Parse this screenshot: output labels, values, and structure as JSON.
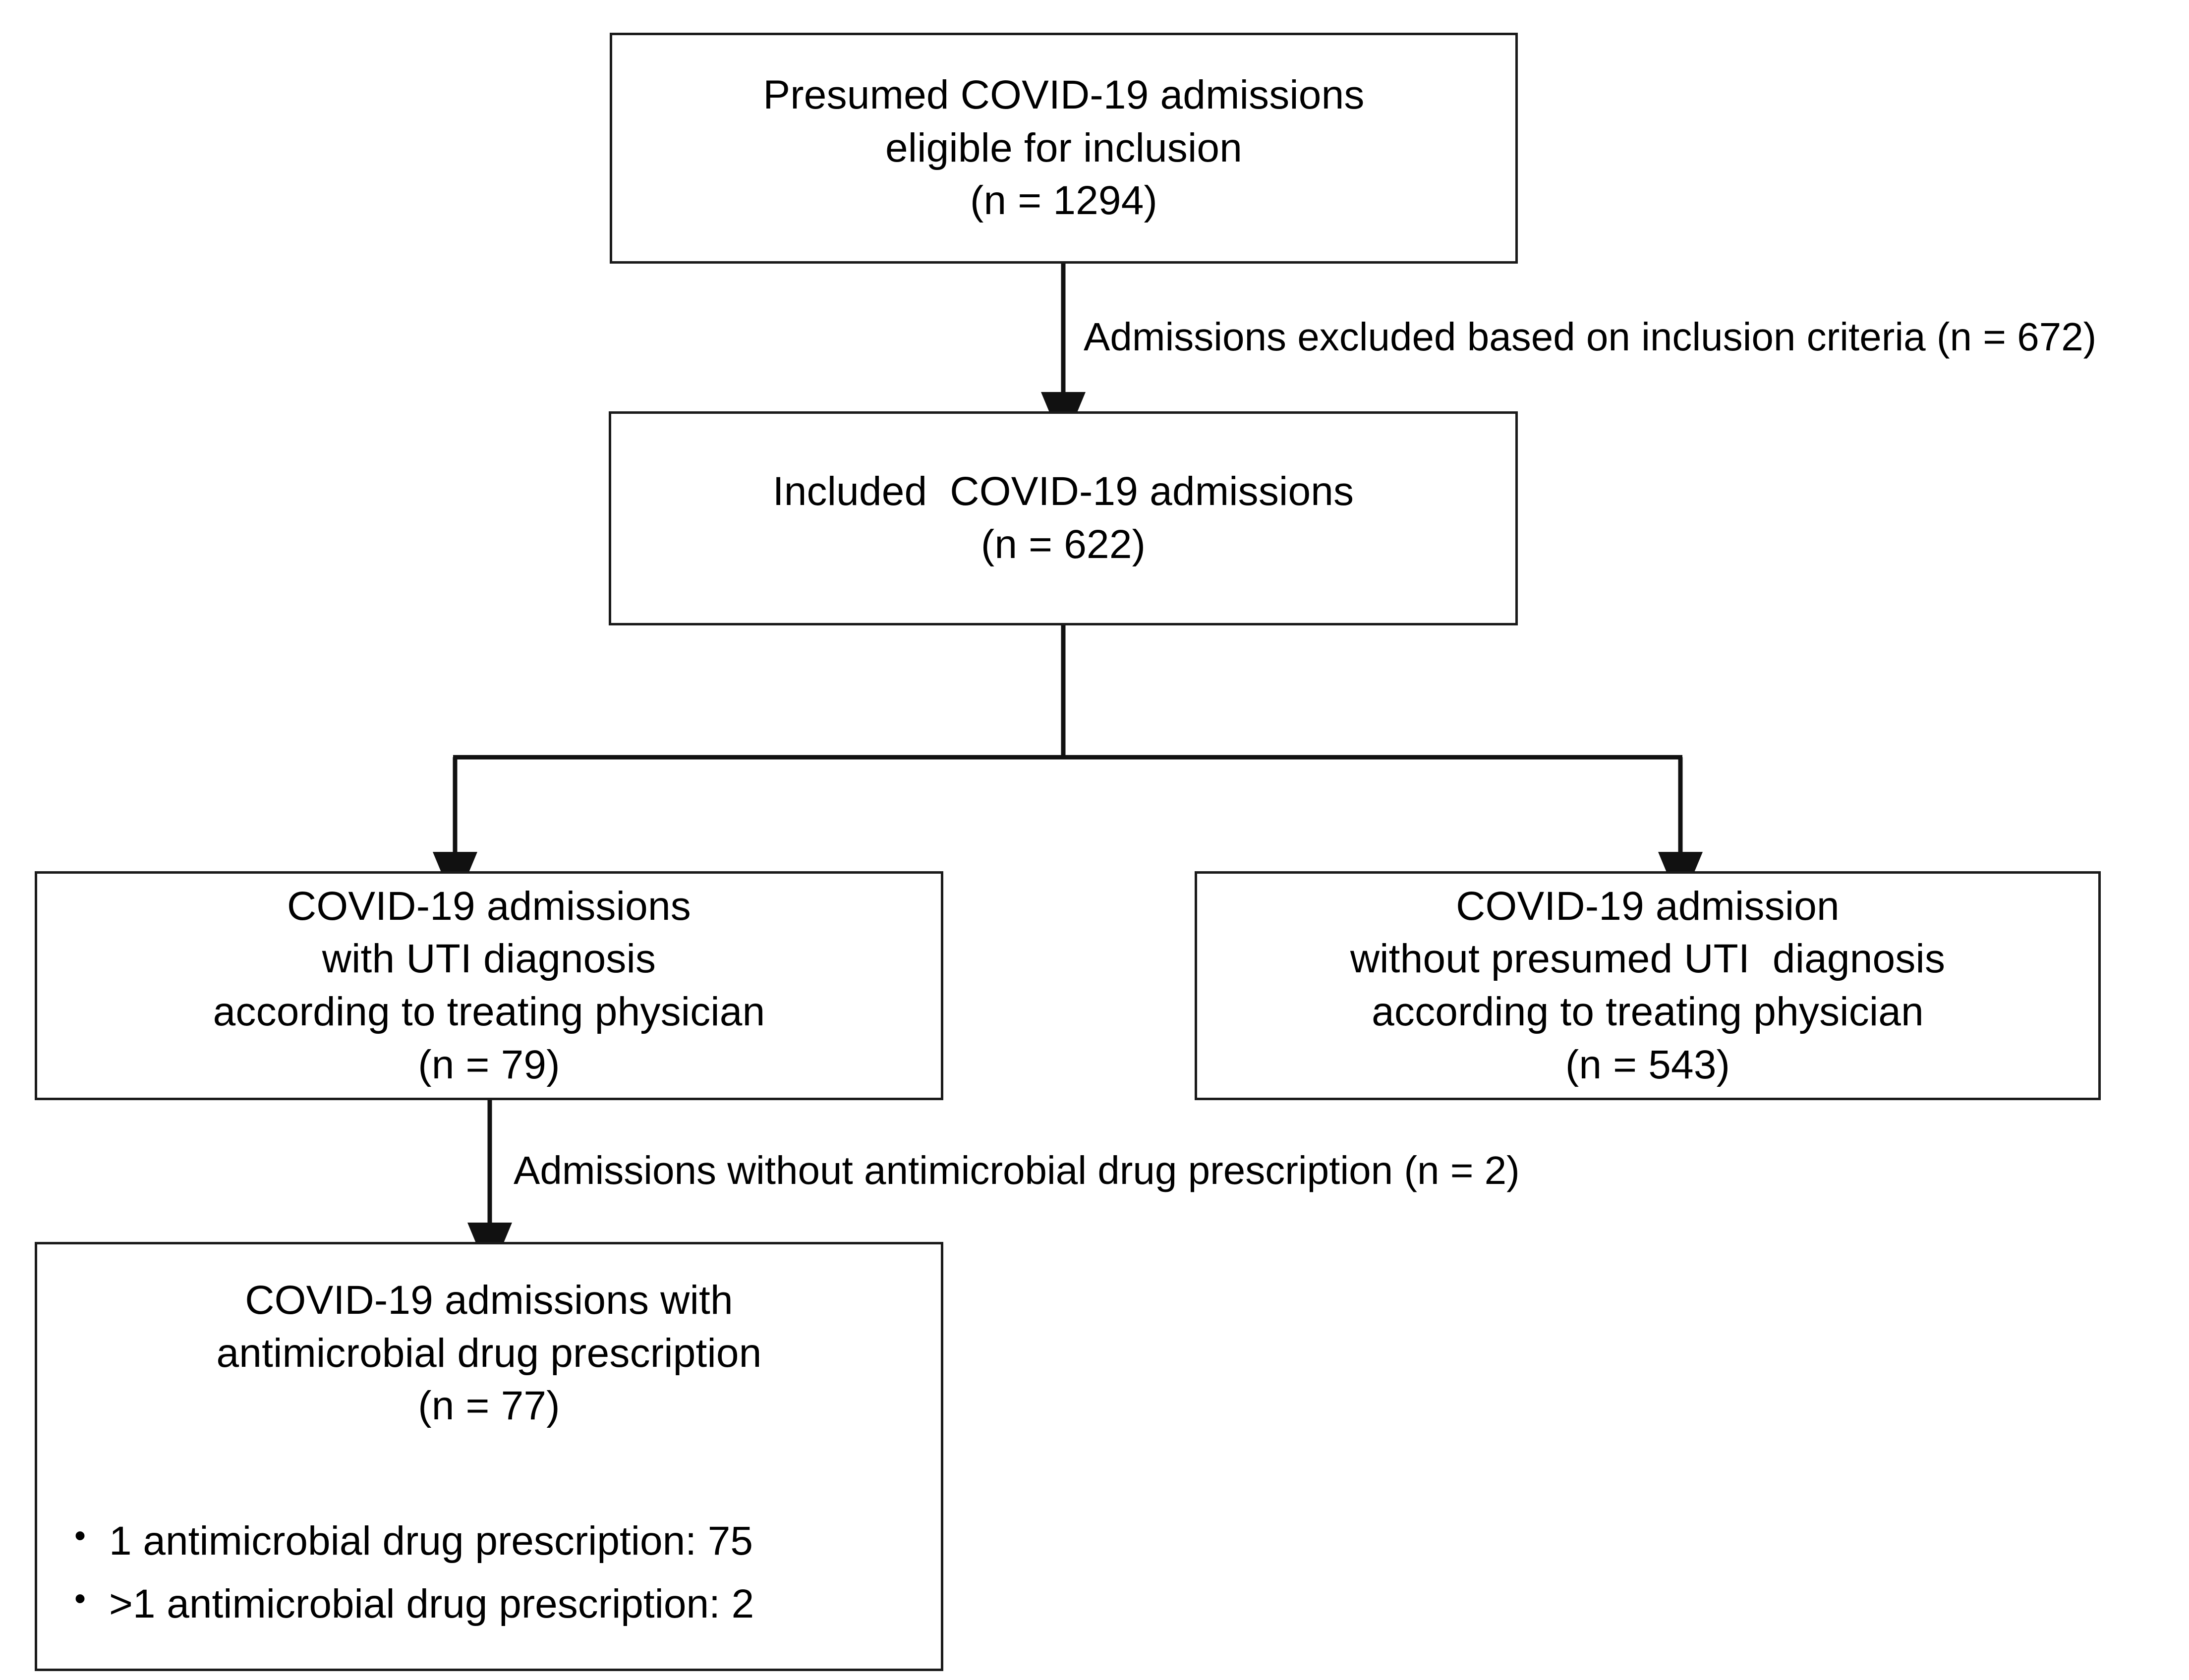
{
  "figure": {
    "type": "flow-diagram",
    "title": "Study inclusion flow diagram"
  },
  "nodes": {
    "presumed": {
      "id": "presumed-admissions",
      "lines": [
        "Presumed COVID-19 admissions",
        "eligible for inclusion",
        "(n = 1294)"
      ],
      "n": 1294
    },
    "included": {
      "id": "included-admissions",
      "lines": [
        "Included  COVID-19 admissions",
        "(n = 622)"
      ],
      "n": 622
    },
    "with_uti": {
      "id": "with-uti-diagnosis",
      "lines": [
        "COVID-19 admissions",
        "with UTI diagnosis",
        "according to treating physician",
        "(n = 79)"
      ],
      "n": 79
    },
    "without_uti": {
      "id": "without-uti-diagnosis",
      "lines": [
        "COVID-19 admission",
        "without presumed UTI  diagnosis",
        "according to treating physician",
        "(n = 543)"
      ],
      "n": 543
    },
    "antimicrobial": {
      "id": "antimicrobial-prescription",
      "lines": [
        "COVID-19 admissions with",
        "antimicrobial drug prescription",
        "(n = 77)"
      ],
      "n": 77,
      "bullets": [
        {
          "marker": "•",
          "text": "1 antimicrobial drug prescription: 75",
          "value": 75
        },
        {
          "marker": "•",
          "text": ">1 antimicrobial drug prescription: 2",
          "value": 2
        }
      ]
    }
  },
  "edge_labels": {
    "excluded": "Admissions excluded based on inclusion criteria (n = 672)",
    "no_antimicrobial": "Admissions without antimicrobial drug prescription (n = 2)"
  },
  "colors": {
    "stroke": "#1a1a1a",
    "background": "#ffffff",
    "text": "#000000"
  }
}
